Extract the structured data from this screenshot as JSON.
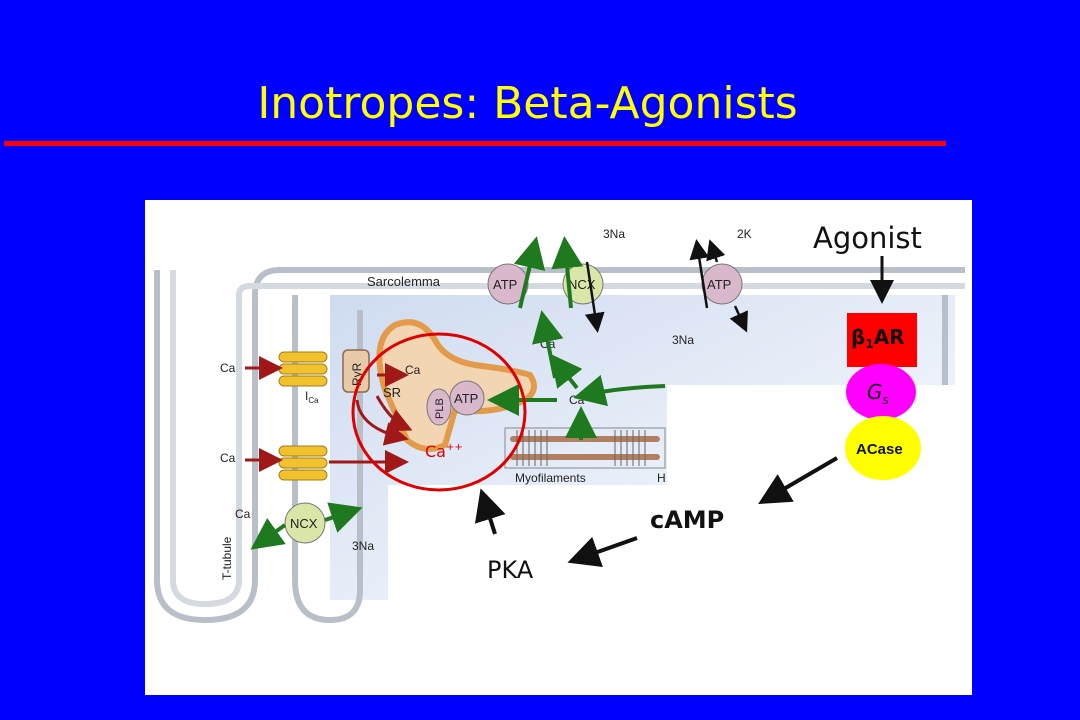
{
  "title": "Inotropes: Beta-Agonists",
  "labels": {
    "sarcolemma": "Sarcolemma",
    "t_tubule": "T-tubule",
    "atp": "ATP",
    "ncx": "NCX",
    "na3": "3Na",
    "k2": "2K",
    "ca": "Ca",
    "ca_ion": "Ca",
    "ca_ion_charge": "++",
    "ryr": "RyR",
    "sr": "SR",
    "plb": "PLB",
    "i_ca": "I",
    "i_ca_sub": "Ca",
    "myofilaments": "Myofilaments",
    "h_mark": "H"
  },
  "pathway": {
    "agonist": "Agonist",
    "beta1ar": "β",
    "beta1ar_sub": "1",
    "beta1ar_suffix": "AR",
    "gs": "G",
    "gs_sub": "s",
    "acase": "ACase",
    "camp": "cAMP",
    "pka": "PKA"
  },
  "colors": {
    "background": "#0000ff",
    "title": "#ffff00",
    "rule": "#ff0000",
    "beta1ar_box": "#ff0000",
    "gs_circle": "#ff00ff",
    "acase_circle": "#ffff00",
    "green_arrow": "#1f7a1f",
    "red_arrow": "#a01818",
    "pump_circle": "#d9b8cc",
    "channel": "#f2c12e"
  }
}
